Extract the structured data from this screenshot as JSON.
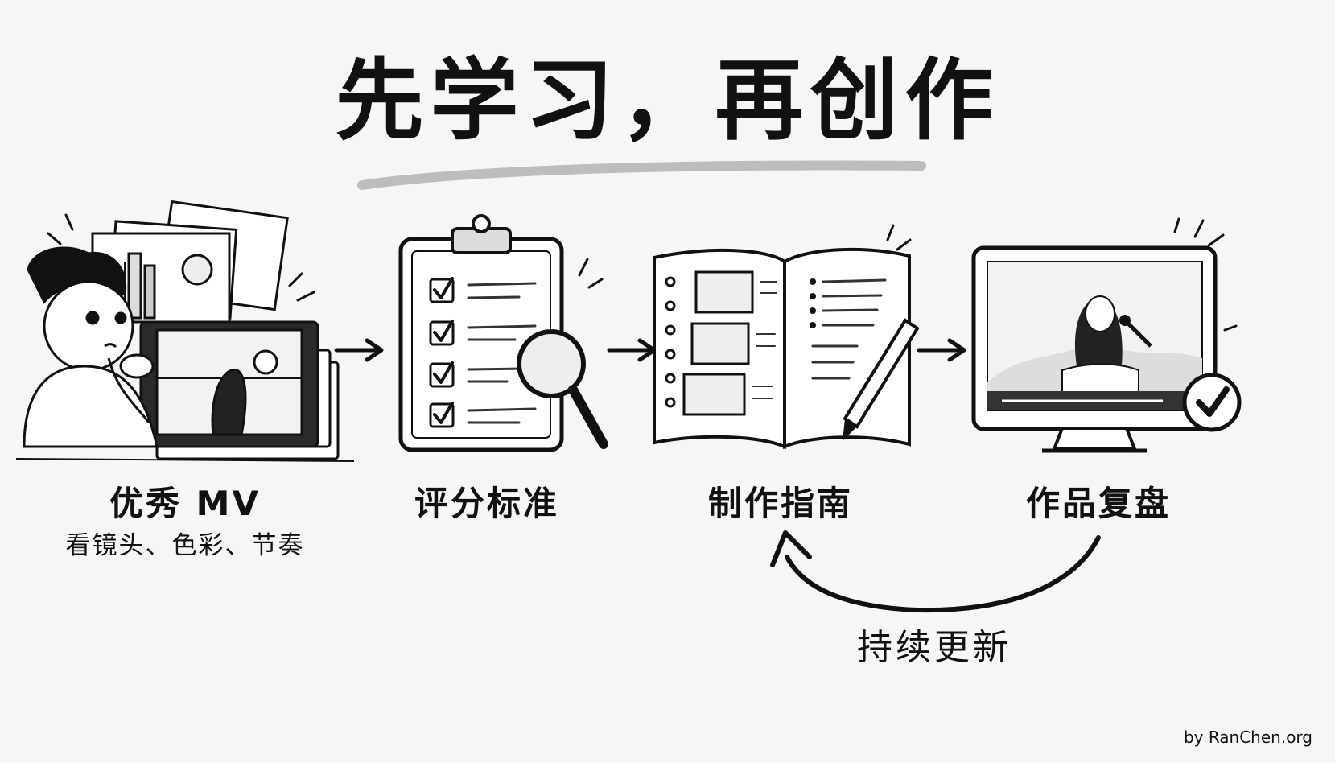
{
  "title": "先学习，再创作",
  "steps": [
    {
      "label": "优秀 MV",
      "sublabel": "看镜头、色彩、节奏",
      "icon": "mv-viewing-icon"
    },
    {
      "label": "评分标准",
      "sublabel": "",
      "icon": "clipboard-checklist-icon"
    },
    {
      "label": "制作指南",
      "sublabel": "",
      "icon": "notebook-pencil-icon"
    },
    {
      "label": "作品复盘",
      "sublabel": "",
      "icon": "monitor-review-icon"
    }
  ],
  "loop": {
    "label": "持续更新"
  },
  "credit": "by RanChen.org"
}
